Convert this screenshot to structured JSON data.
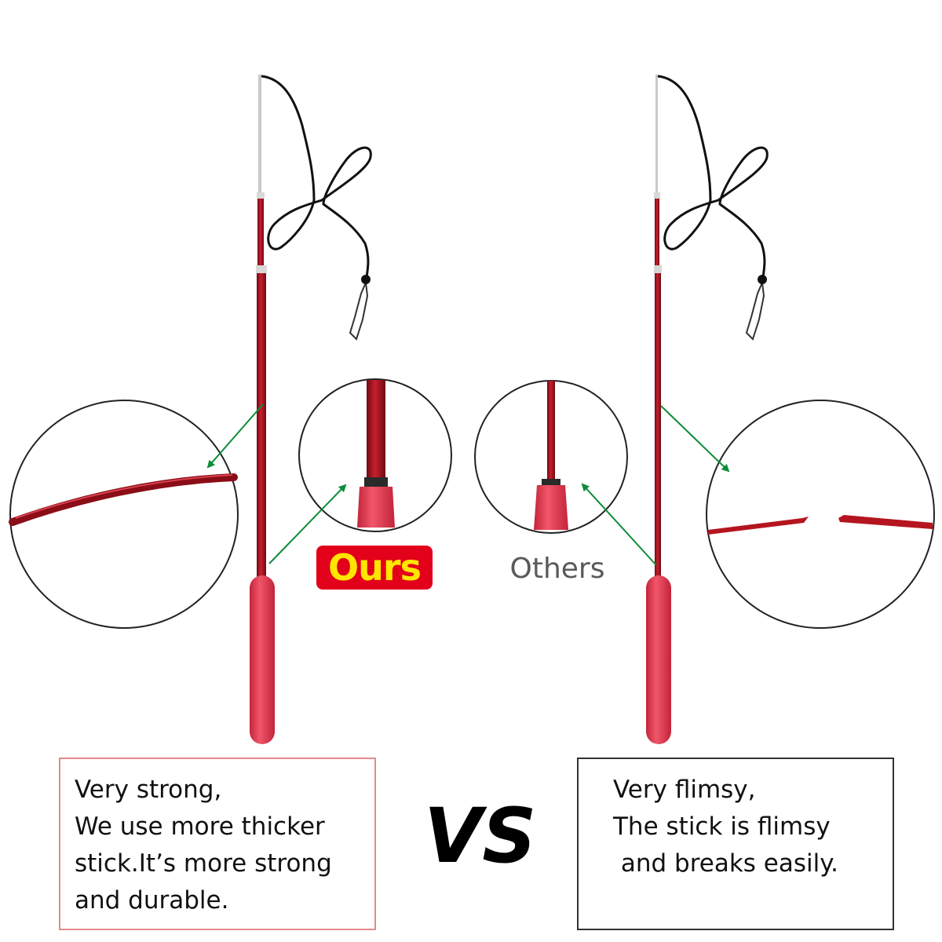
{
  "labels": {
    "ours": "Ours",
    "others": "Others",
    "vs": "VS"
  },
  "ours_box": {
    "lines": [
      "Very strong,",
      "We use more thicker",
      "stick.It’s more strong",
      "and durable."
    ]
  },
  "others_box": {
    "lines": [
      "Very flimsy,",
      "The stick is flimsy",
      " and breaks easily."
    ]
  },
  "colors": {
    "rod": "#a3111e",
    "handle": "#e2364a",
    "arrow": "#0e8c3a",
    "ours_badge": "#e2001a",
    "ours_text": "#ffe600",
    "ours_border": "#e58a8a"
  }
}
